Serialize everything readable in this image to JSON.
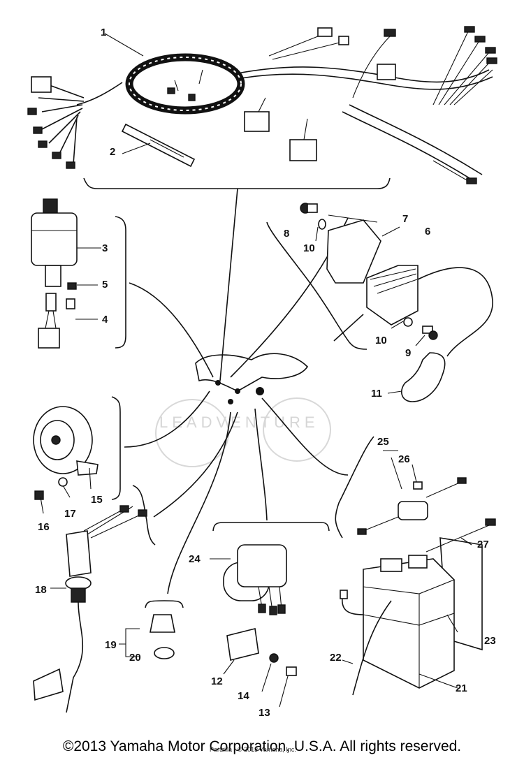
{
  "diagram": {
    "callouts": [
      {
        "id": "1",
        "text": "1"
      },
      {
        "id": "2",
        "text": "2"
      },
      {
        "id": "3",
        "text": "3"
      },
      {
        "id": "4",
        "text": "4"
      },
      {
        "id": "5",
        "text": "5"
      },
      {
        "id": "6",
        "text": "6"
      },
      {
        "id": "7",
        "text": "7"
      },
      {
        "id": "8",
        "text": "8"
      },
      {
        "id": "9",
        "text": "9"
      },
      {
        "id": "10a",
        "text": "10"
      },
      {
        "id": "10b",
        "text": "10"
      },
      {
        "id": "11",
        "text": "11"
      },
      {
        "id": "12",
        "text": "12"
      },
      {
        "id": "13",
        "text": "13"
      },
      {
        "id": "14",
        "text": "14"
      },
      {
        "id": "15",
        "text": "15"
      },
      {
        "id": "16",
        "text": "16"
      },
      {
        "id": "17",
        "text": "17"
      },
      {
        "id": "18",
        "text": "18"
      },
      {
        "id": "19",
        "text": "19"
      },
      {
        "id": "20",
        "text": "20"
      },
      {
        "id": "21",
        "text": "21"
      },
      {
        "id": "22",
        "text": "22"
      },
      {
        "id": "23",
        "text": "23"
      },
      {
        "id": "24",
        "text": "24"
      },
      {
        "id": "25",
        "text": "25"
      },
      {
        "id": "26",
        "text": "26"
      },
      {
        "id": "27",
        "text": "27"
      }
    ],
    "watermark": "LEADVENTURE"
  },
  "footer": {
    "copyright": "©2013 Yamaha Motor Corporation, U.S.A. All rights reserved.",
    "credit": "Partzilla · © 2013 Yamaha, Inc."
  }
}
